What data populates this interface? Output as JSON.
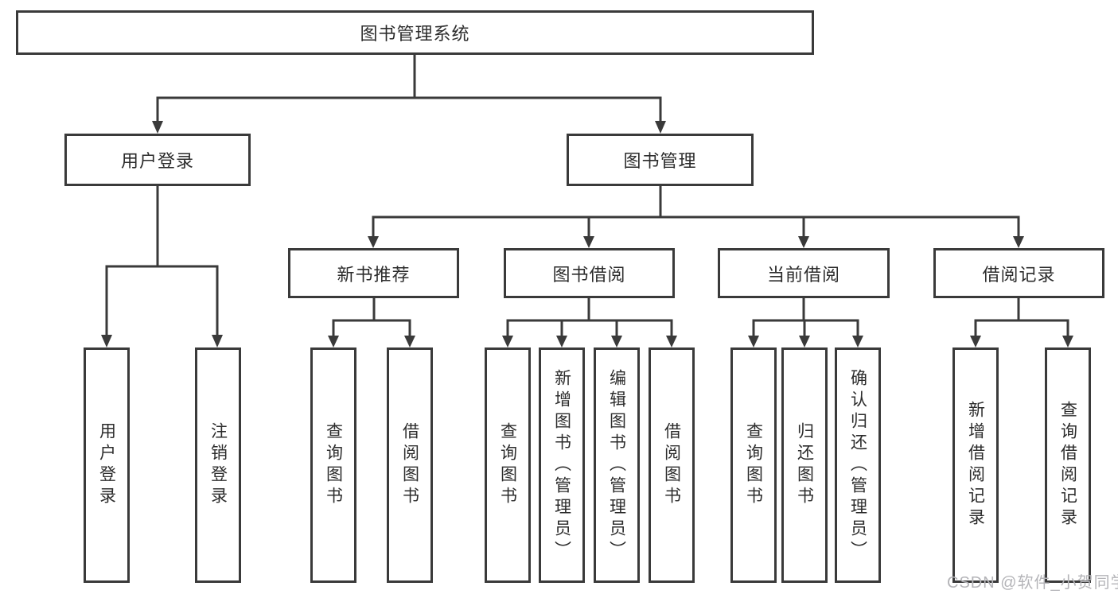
{
  "diagram": {
    "root": {
      "label": "图书管理系统"
    },
    "level2": [
      {
        "label": "用户登录"
      },
      {
        "label": "图书管理"
      }
    ],
    "level3": [
      {
        "label": "新书推荐"
      },
      {
        "label": "图书借阅"
      },
      {
        "label": "当前借阅"
      },
      {
        "label": "借阅记录"
      }
    ],
    "leaf_groups": [
      {
        "parent": "用户登录",
        "items": [
          {
            "label": "用户登录"
          },
          {
            "label": "注销登录"
          }
        ]
      },
      {
        "parent": "新书推荐",
        "items": [
          {
            "label": "查询图书"
          },
          {
            "label": "借阅图书"
          }
        ]
      },
      {
        "parent": "图书借阅",
        "items": [
          {
            "label": "查询图书"
          },
          {
            "label": "新增图书（管理员）"
          },
          {
            "label": "编辑图书（管理员）"
          },
          {
            "label": "借阅图书"
          }
        ]
      },
      {
        "parent": "当前借阅",
        "items": [
          {
            "label": "查询图书"
          },
          {
            "label": "归还图书"
          },
          {
            "label": "确认归还（管理员）"
          }
        ]
      },
      {
        "parent": "借阅记录",
        "items": [
          {
            "label": "新增借阅记录"
          },
          {
            "label": "查询借阅记录"
          }
        ]
      }
    ]
  },
  "watermark": {
    "text": "CSDN @软件_小贺同学"
  },
  "colors": {
    "line": "#3a3a3a",
    "text": "#2c2c2c",
    "watermark": "#b4b4b8",
    "background": "#ffffff"
  }
}
